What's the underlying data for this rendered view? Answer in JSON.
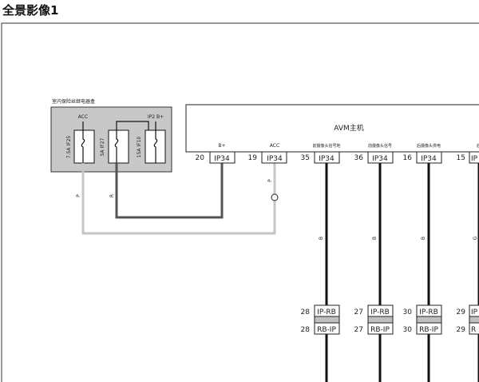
{
  "title": "全景影像1",
  "colors": {
    "fuse_box_fill": "#c8c8c8",
    "wire_gray": "#555555",
    "wire_light": "#c6c6c6",
    "wire_black": "#111111"
  },
  "fuse_box": {
    "title": "室内保险丝继电器盒",
    "fuses": [
      {
        "name": "ACC",
        "label": "7.5A IF25"
      },
      {
        "name": "",
        "label": "5A IF27"
      },
      {
        "name": "IP2 B+",
        "label": "15A IF10"
      }
    ]
  },
  "avm": {
    "title": "AVM主机",
    "pins": [
      {
        "pin": "20",
        "connector": "IP34",
        "signal": "B+"
      },
      {
        "pin": "19",
        "connector": "IP34",
        "signal": "ACC"
      },
      {
        "pin": "35",
        "connector": "IP34",
        "signal": "前摄像头信号地"
      },
      {
        "pin": "36",
        "connector": "IP34",
        "signal": "前摄像头信号"
      },
      {
        "pin": "16",
        "connector": "IP34",
        "signal": "后摄像头供电"
      },
      {
        "pin": "15",
        "connector": "IP",
        "signal": "后"
      }
    ]
  },
  "wires": {
    "fuse1_color": "P",
    "fuse2_color": "R",
    "acc_color": "P",
    "shield_color": "B",
    "last_color": "G"
  },
  "inline": [
    {
      "pin_upper": "28",
      "upper": "IP-RB",
      "pin_lower": "28",
      "lower": "RB-IP"
    },
    {
      "pin_upper": "27",
      "upper": "IP-RB",
      "pin_lower": "27",
      "lower": "RB-IP"
    },
    {
      "pin_upper": "30",
      "upper": "IP-RB",
      "pin_lower": "30",
      "lower": "RB-IP"
    },
    {
      "pin_upper": "29",
      "upper": "IP",
      "pin_lower": "29",
      "lower": "R"
    }
  ]
}
